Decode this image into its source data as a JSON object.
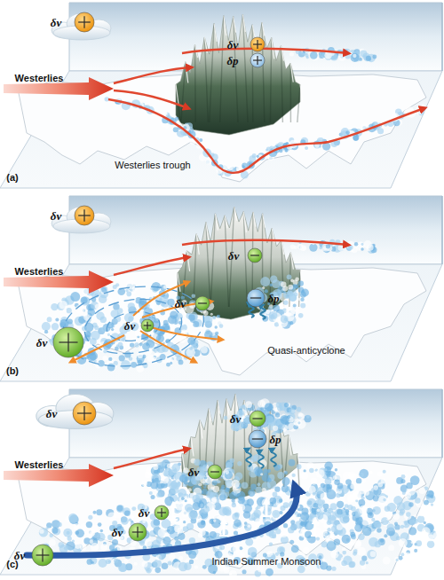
{
  "diagram": {
    "labels": [
      "δv",
      "Westerlies",
      "δv",
      "δp",
      "Westerlies trough",
      "(a)",
      "δv",
      "Westerlies",
      "δv",
      "δp",
      "δv",
      "δv",
      "δv",
      "Quasi-anticyclone",
      "(b)",
      "δv",
      "Westerlies",
      "δv",
      "δp",
      "δv",
      "δv",
      "δv",
      "δv",
      "Indian Summer Monsoon",
      "(c)"
    ]
  }
}
